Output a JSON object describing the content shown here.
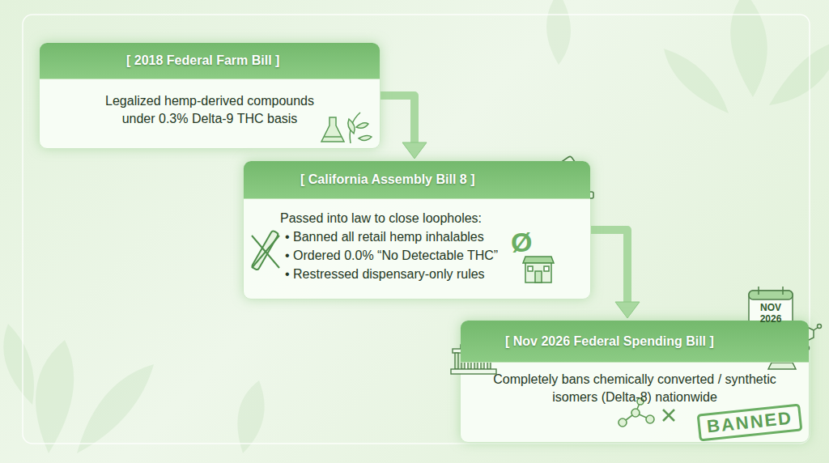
{
  "diagram": {
    "nodes": [
      {
        "text": [
          "[ 2018 Federal Farm Bill ]",
          "Legalized hemp-derived compounds under 0.3% Delta-9 THC basis"
        ]
      },
      {
        "text": [
          "[ California Assembly Bill 8 ]",
          "Passed into law to close loopholes:",
          "• Banned all retail hemp inhalables",
          "• Ordered 0.0% “No Detectable THC”",
          "• Restressed dispensary-only rules"
        ]
      },
      {
        "text": [
          "[ Nov 2026 Federal Spending Bill ]",
          "Completely bans chemically converted / synthetic isomers (Delta-8) nationwide"
        ]
      }
    ],
    "edges": [
      {
        "from": 0,
        "to": 1,
        "arrow": "to"
      },
      {
        "from": 1,
        "to": 2,
        "arrow": "to"
      }
    ],
    "labels": [
      "Ø",
      "NOV",
      "2026",
      "BANNED"
    ]
  }
}
